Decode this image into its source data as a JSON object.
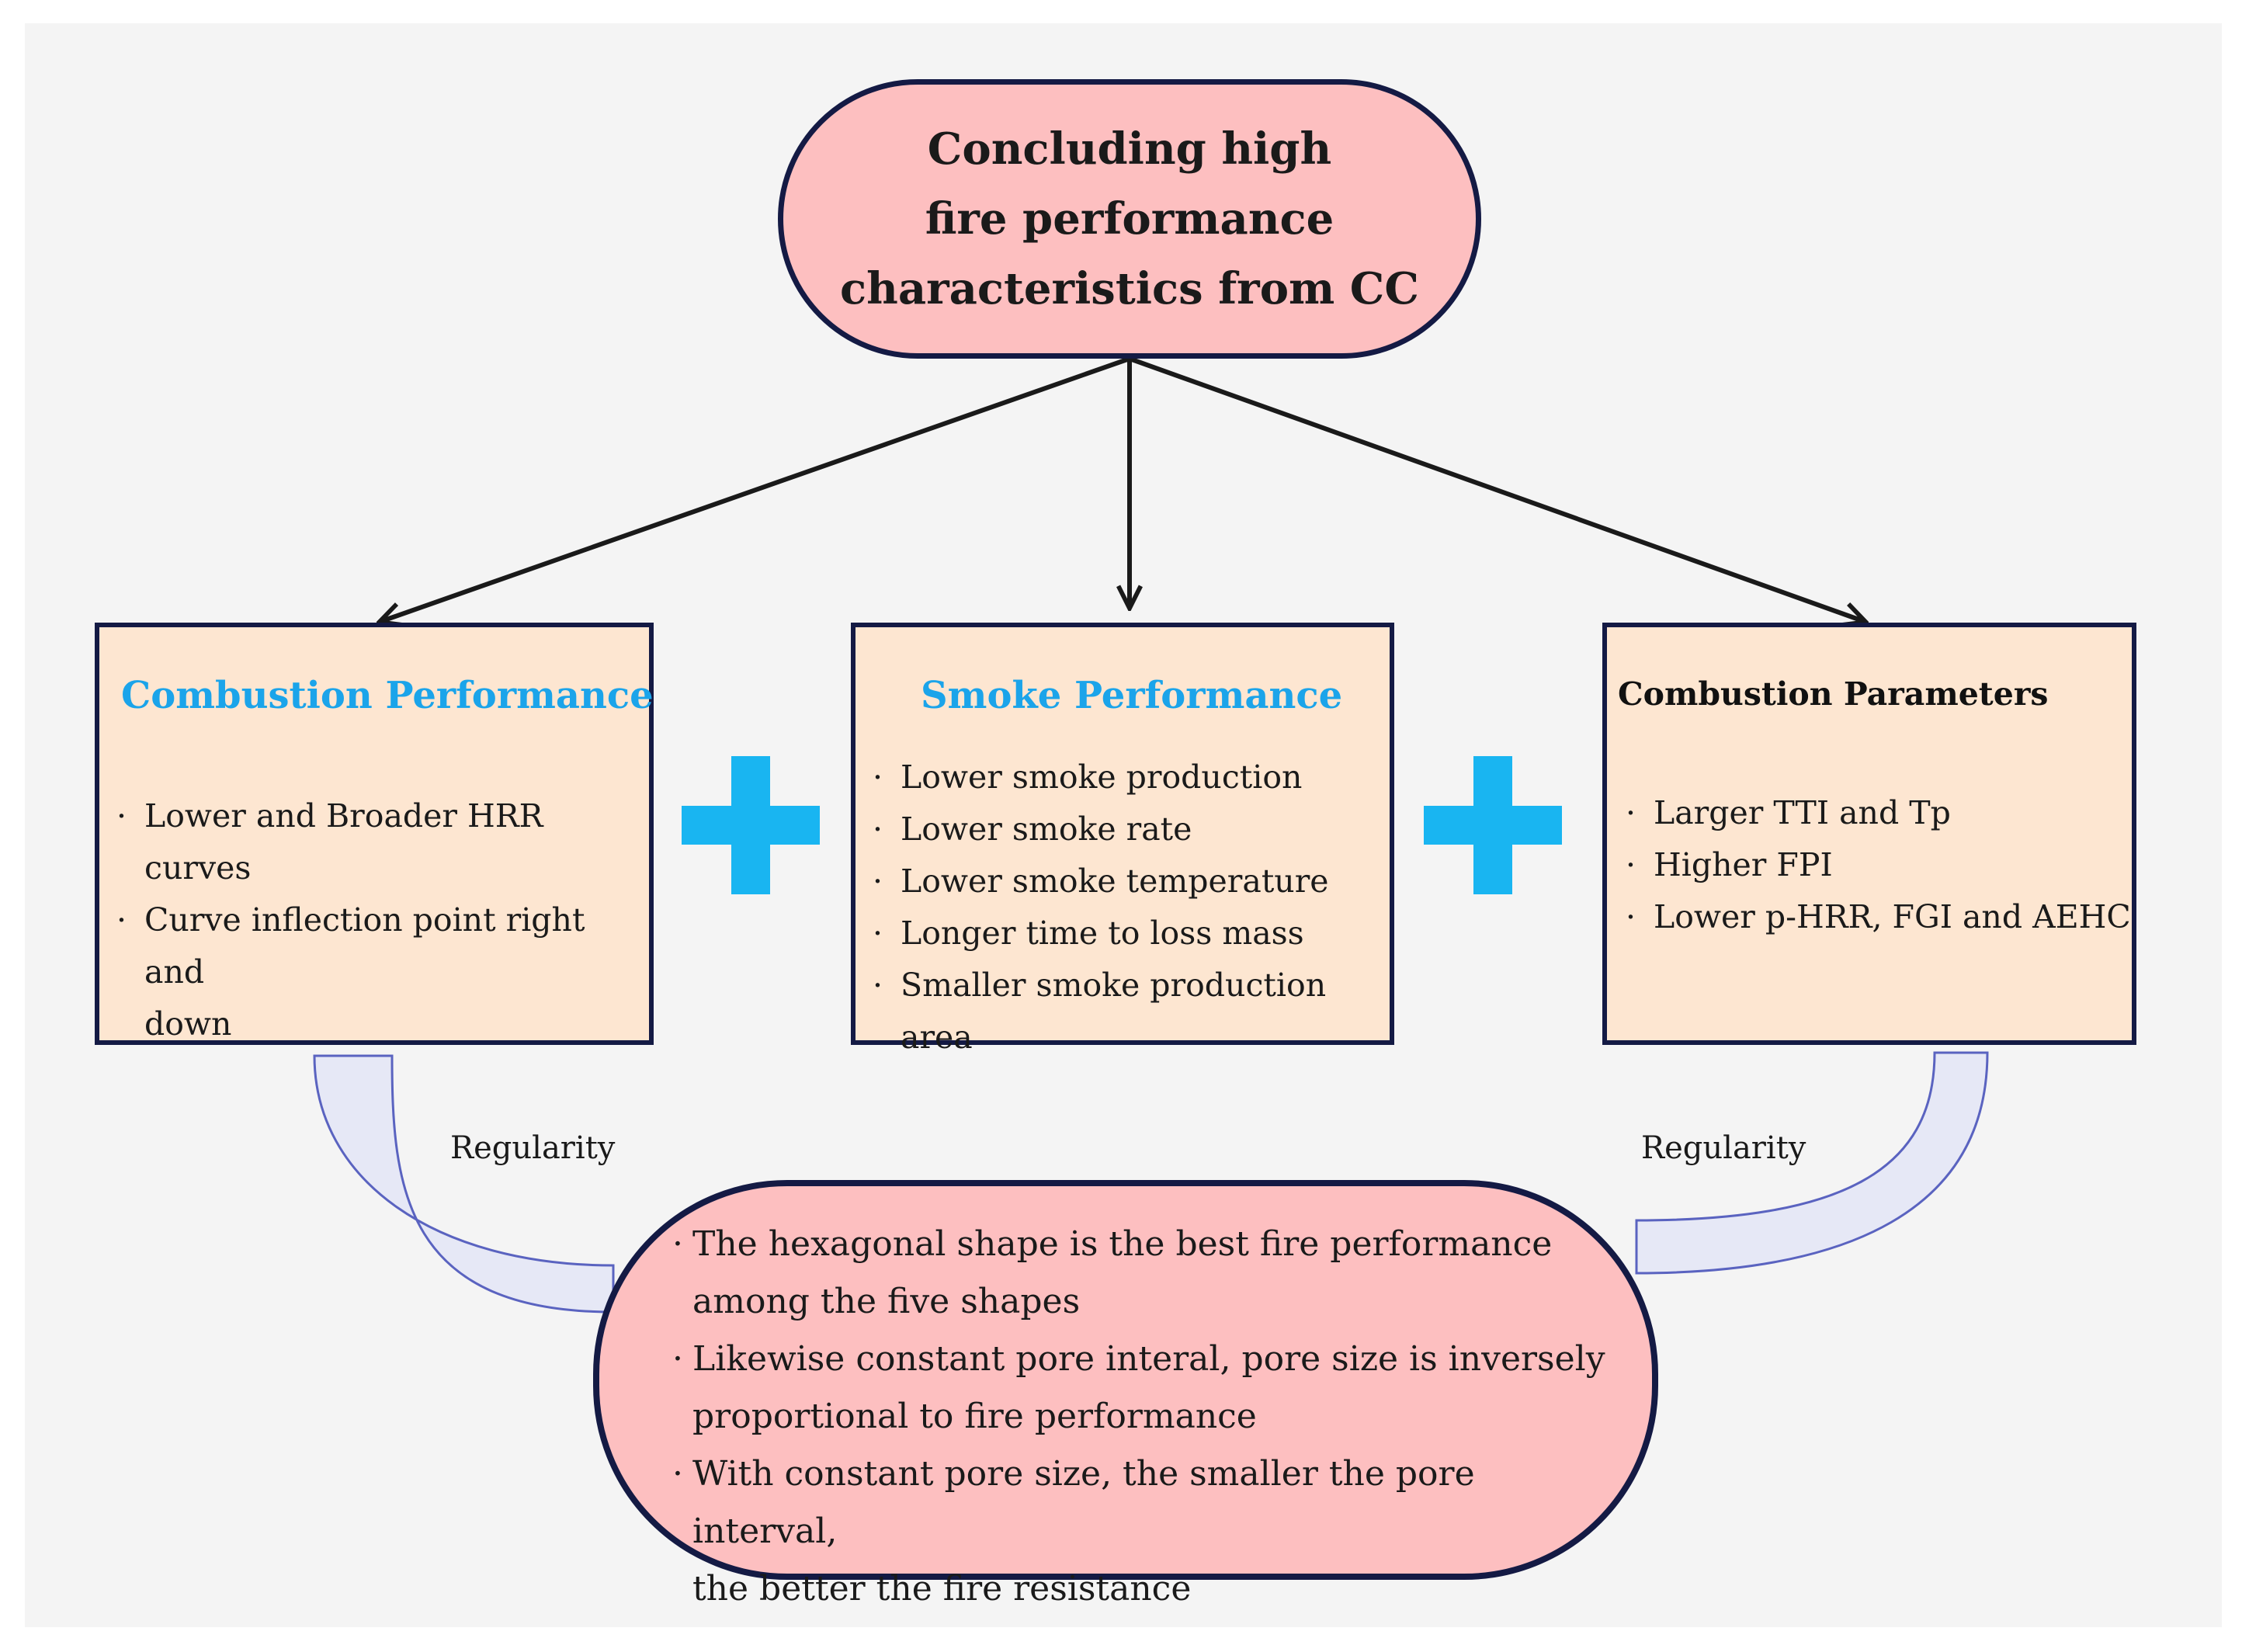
{
  "top_node": {
    "lines": [
      "Concluding high",
      "fire performance",
      "characteristics from CC"
    ]
  },
  "boxes": [
    {
      "title": "Combustion Performance",
      "title_color": "#1ba4ea",
      "items": [
        "Lower and Broader HRR curves",
        "Curve inflection point right and",
        "down"
      ]
    },
    {
      "title": "Smoke Performance",
      "title_color": "#1ba4ea",
      "items": [
        "Lower smoke production",
        "Lower smoke rate",
        "Lower smoke temperature",
        "Longer time to loss mass",
        "Smaller smoke production area"
      ]
    },
    {
      "title": "Combustion Parameters",
      "title_color": "#111111",
      "items": [
        "Larger TTI and Tp",
        "Higher FPI",
        "Lower p-HRR, FGI and AEHC"
      ]
    }
  ],
  "bullet": "·",
  "connector_label_left": "Regularity",
  "connector_label_right": "Regularity",
  "bottom_node": {
    "items": [
      "The hexagonal shape is the best fire performance",
      "among the five shapes",
      "Likewise constant pore interal, pore size is inversely",
      "proportional to fire performance",
      "With constant pore size, the smaller the pore interval,",
      "the better the fire resistance"
    ]
  },
  "colors": {
    "pill_fill": "#fdbfc0",
    "box_fill": "#fde6d1",
    "border": "#141a44",
    "plus": "#19b5f1",
    "band": "#e6e8f6"
  },
  "icons": [
    "plus-icon",
    "plus-icon"
  ]
}
